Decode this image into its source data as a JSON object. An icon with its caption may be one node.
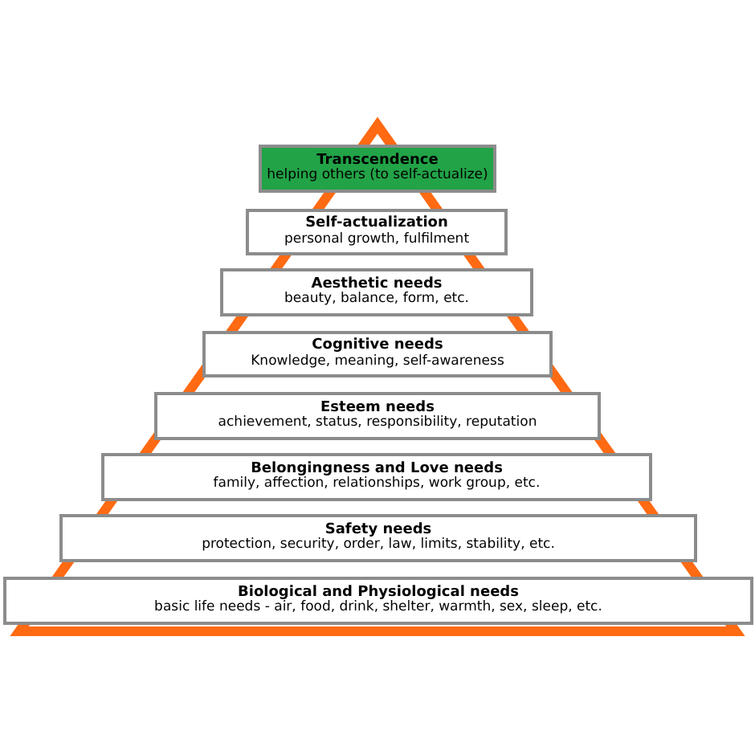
{
  "diagram": {
    "nodes": [
      {
        "text": [
          "Transcendence",
          "helping others (to self-actualize)"
        ]
      },
      {
        "text": [
          "Self-actualization",
          "personal growth, fulfilment"
        ]
      },
      {
        "text": [
          "Aesthetic needs",
          "beauty, balance, form, etc."
        ]
      },
      {
        "text": [
          "Cognitive needs",
          "Knowledge, meaning, self-awareness"
        ]
      },
      {
        "text": [
          "Esteem needs",
          "achievement, status, responsibility, reputation"
        ]
      },
      {
        "text": [
          "Belongingness and Love needs",
          "family, affection, relationships, work group, etc."
        ]
      },
      {
        "text": [
          "Safety needs",
          "protection, security, order, law, limits, stability, etc."
        ]
      },
      {
        "text": [
          "Biological and Physiological needs",
          "basic life needs - air, food, drink, shelter, warmth, sex, sleep, etc."
        ]
      }
    ]
  }
}
